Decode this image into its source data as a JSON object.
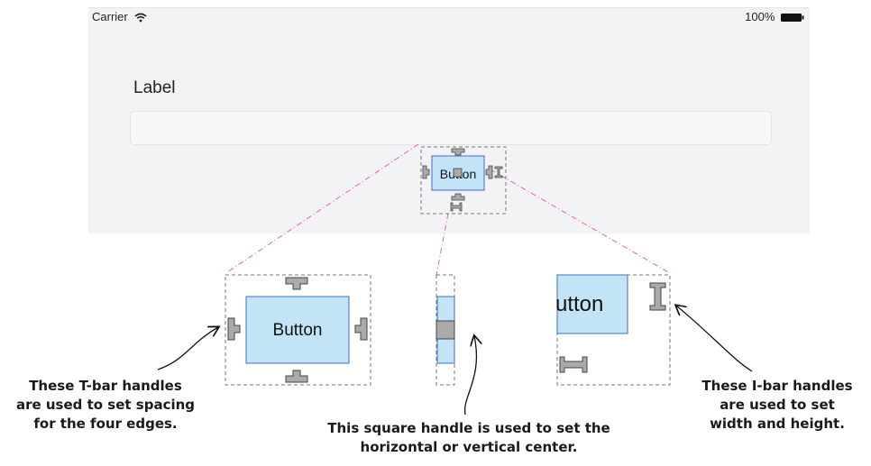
{
  "status_bar": {
    "carrier": "Carrier",
    "battery": "100%"
  },
  "form": {
    "label": "Label",
    "text_field_value": ""
  },
  "button": {
    "label": "Button",
    "zoom_label": "Button",
    "partial_label": "utton"
  },
  "notes": {
    "tbar_lines": [
      "These T-bar handles",
      "are used to set spacing",
      "for the four edges."
    ],
    "square_lines": [
      "This square handle is used to set the",
      "horizontal or vertical center."
    ],
    "ibar_lines": [
      "These I-bar handles",
      "are used to set",
      "width and height."
    ]
  }
}
